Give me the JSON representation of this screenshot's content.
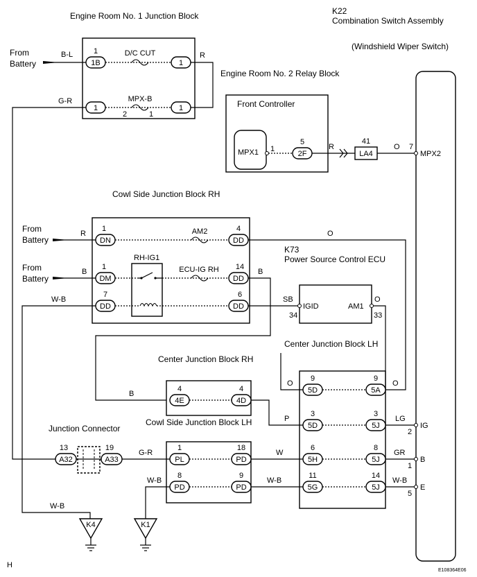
{
  "header": {
    "part_code": "K22",
    "title": "Combination Switch Assembly",
    "subtitle": "(Windshield Wiper Switch)"
  },
  "blocks": {
    "er1": "Engine Room No. 1 Junction Block",
    "er2": "Engine Room No. 2 Relay Block",
    "front_controller": "Front Controller",
    "cowl_rh": "Cowl Side Junction Block RH",
    "psc_code": "K73",
    "psc": "Power Source Control ECU",
    "cj_lh": "Center Junction Block LH",
    "cj_rh": "Center Junction Block RH",
    "cowl_lh": "Cowl Side Junction Block LH",
    "jconn": "Junction Connector"
  },
  "texts": {
    "from": "From",
    "battery": "Battery",
    "dc_cut": "D/C CUT",
    "mpx_b": "MPX-B",
    "am2": "AM2",
    "rh_ig1": "RH-IG1",
    "ecu_ig_rh": "ECU-IG RH",
    "mpx1": "MPX1",
    "mpx2": "MPX2",
    "igid": "IGID",
    "am1": "AM1",
    "ig": "IG",
    "b_term": "B",
    "e_term": "E",
    "corner_left": "H",
    "corner_right": "E108364E06"
  },
  "wires": {
    "bl": "B-L",
    "r": "R",
    "gr": "G-R",
    "b": "B",
    "wb": "W-B",
    "o": "O",
    "sb": "SB",
    "p": "P",
    "lg": "LG",
    "gr2": "GR",
    "w": "W"
  },
  "connectors": {
    "c1b": "1B",
    "c1": "1",
    "c2f": "2F",
    "la4": "LA4",
    "dn": "DN",
    "dd": "DD",
    "dm": "DM",
    "c5d": "5D",
    "c5a": "5A",
    "c5j": "5J",
    "c5h": "5H",
    "c5g": "5G",
    "c4e": "4E",
    "c4d": "4D",
    "pl": "PL",
    "pd": "PD",
    "a32": "A32",
    "a33": "A33",
    "k4": "K4",
    "k1": "K1"
  },
  "pins": {
    "n1": "1",
    "n2": "2",
    "n3": "3",
    "n4": "4",
    "n5": "5",
    "n6": "6",
    "n7": "7",
    "n8": "8",
    "n9": "9",
    "n11": "11",
    "n13": "13",
    "n14": "14",
    "n18": "18",
    "n19": "19",
    "n33": "33",
    "n34": "34",
    "n41": "41"
  }
}
